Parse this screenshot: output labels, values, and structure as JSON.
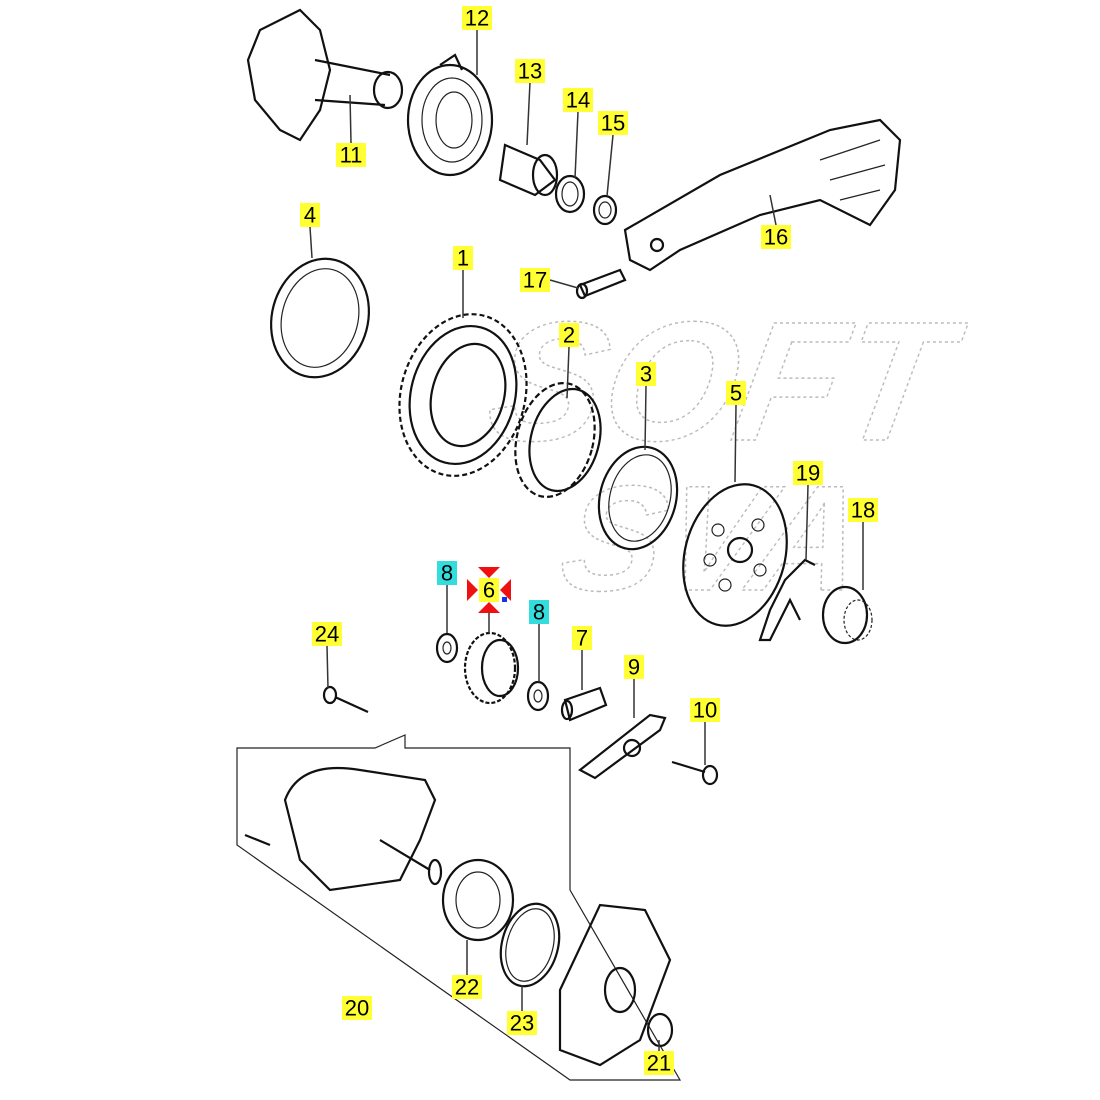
{
  "diagram": {
    "watermark": [
      "SOFT",
      "SVA"
    ],
    "colors": {
      "label_yellow": "#ffff33",
      "label_cyan": "#33dddd",
      "marker_red": "#ee1111",
      "marker_blue": "#1133ee"
    },
    "labels": {
      "p1": "1",
      "p2": "2",
      "p3": "3",
      "p4": "4",
      "p5": "5",
      "p6": "6",
      "p7": "7",
      "p8a": "8",
      "p8b": "8",
      "p9": "9",
      "p10": "10",
      "p11": "11",
      "p12": "12",
      "p13": "13",
      "p14": "14",
      "p15": "15",
      "p16": "16",
      "p17": "17",
      "p18": "18",
      "p19": "19",
      "p20": "20",
      "p21": "21",
      "p22": "22",
      "p23": "23",
      "p24": "24"
    }
  }
}
